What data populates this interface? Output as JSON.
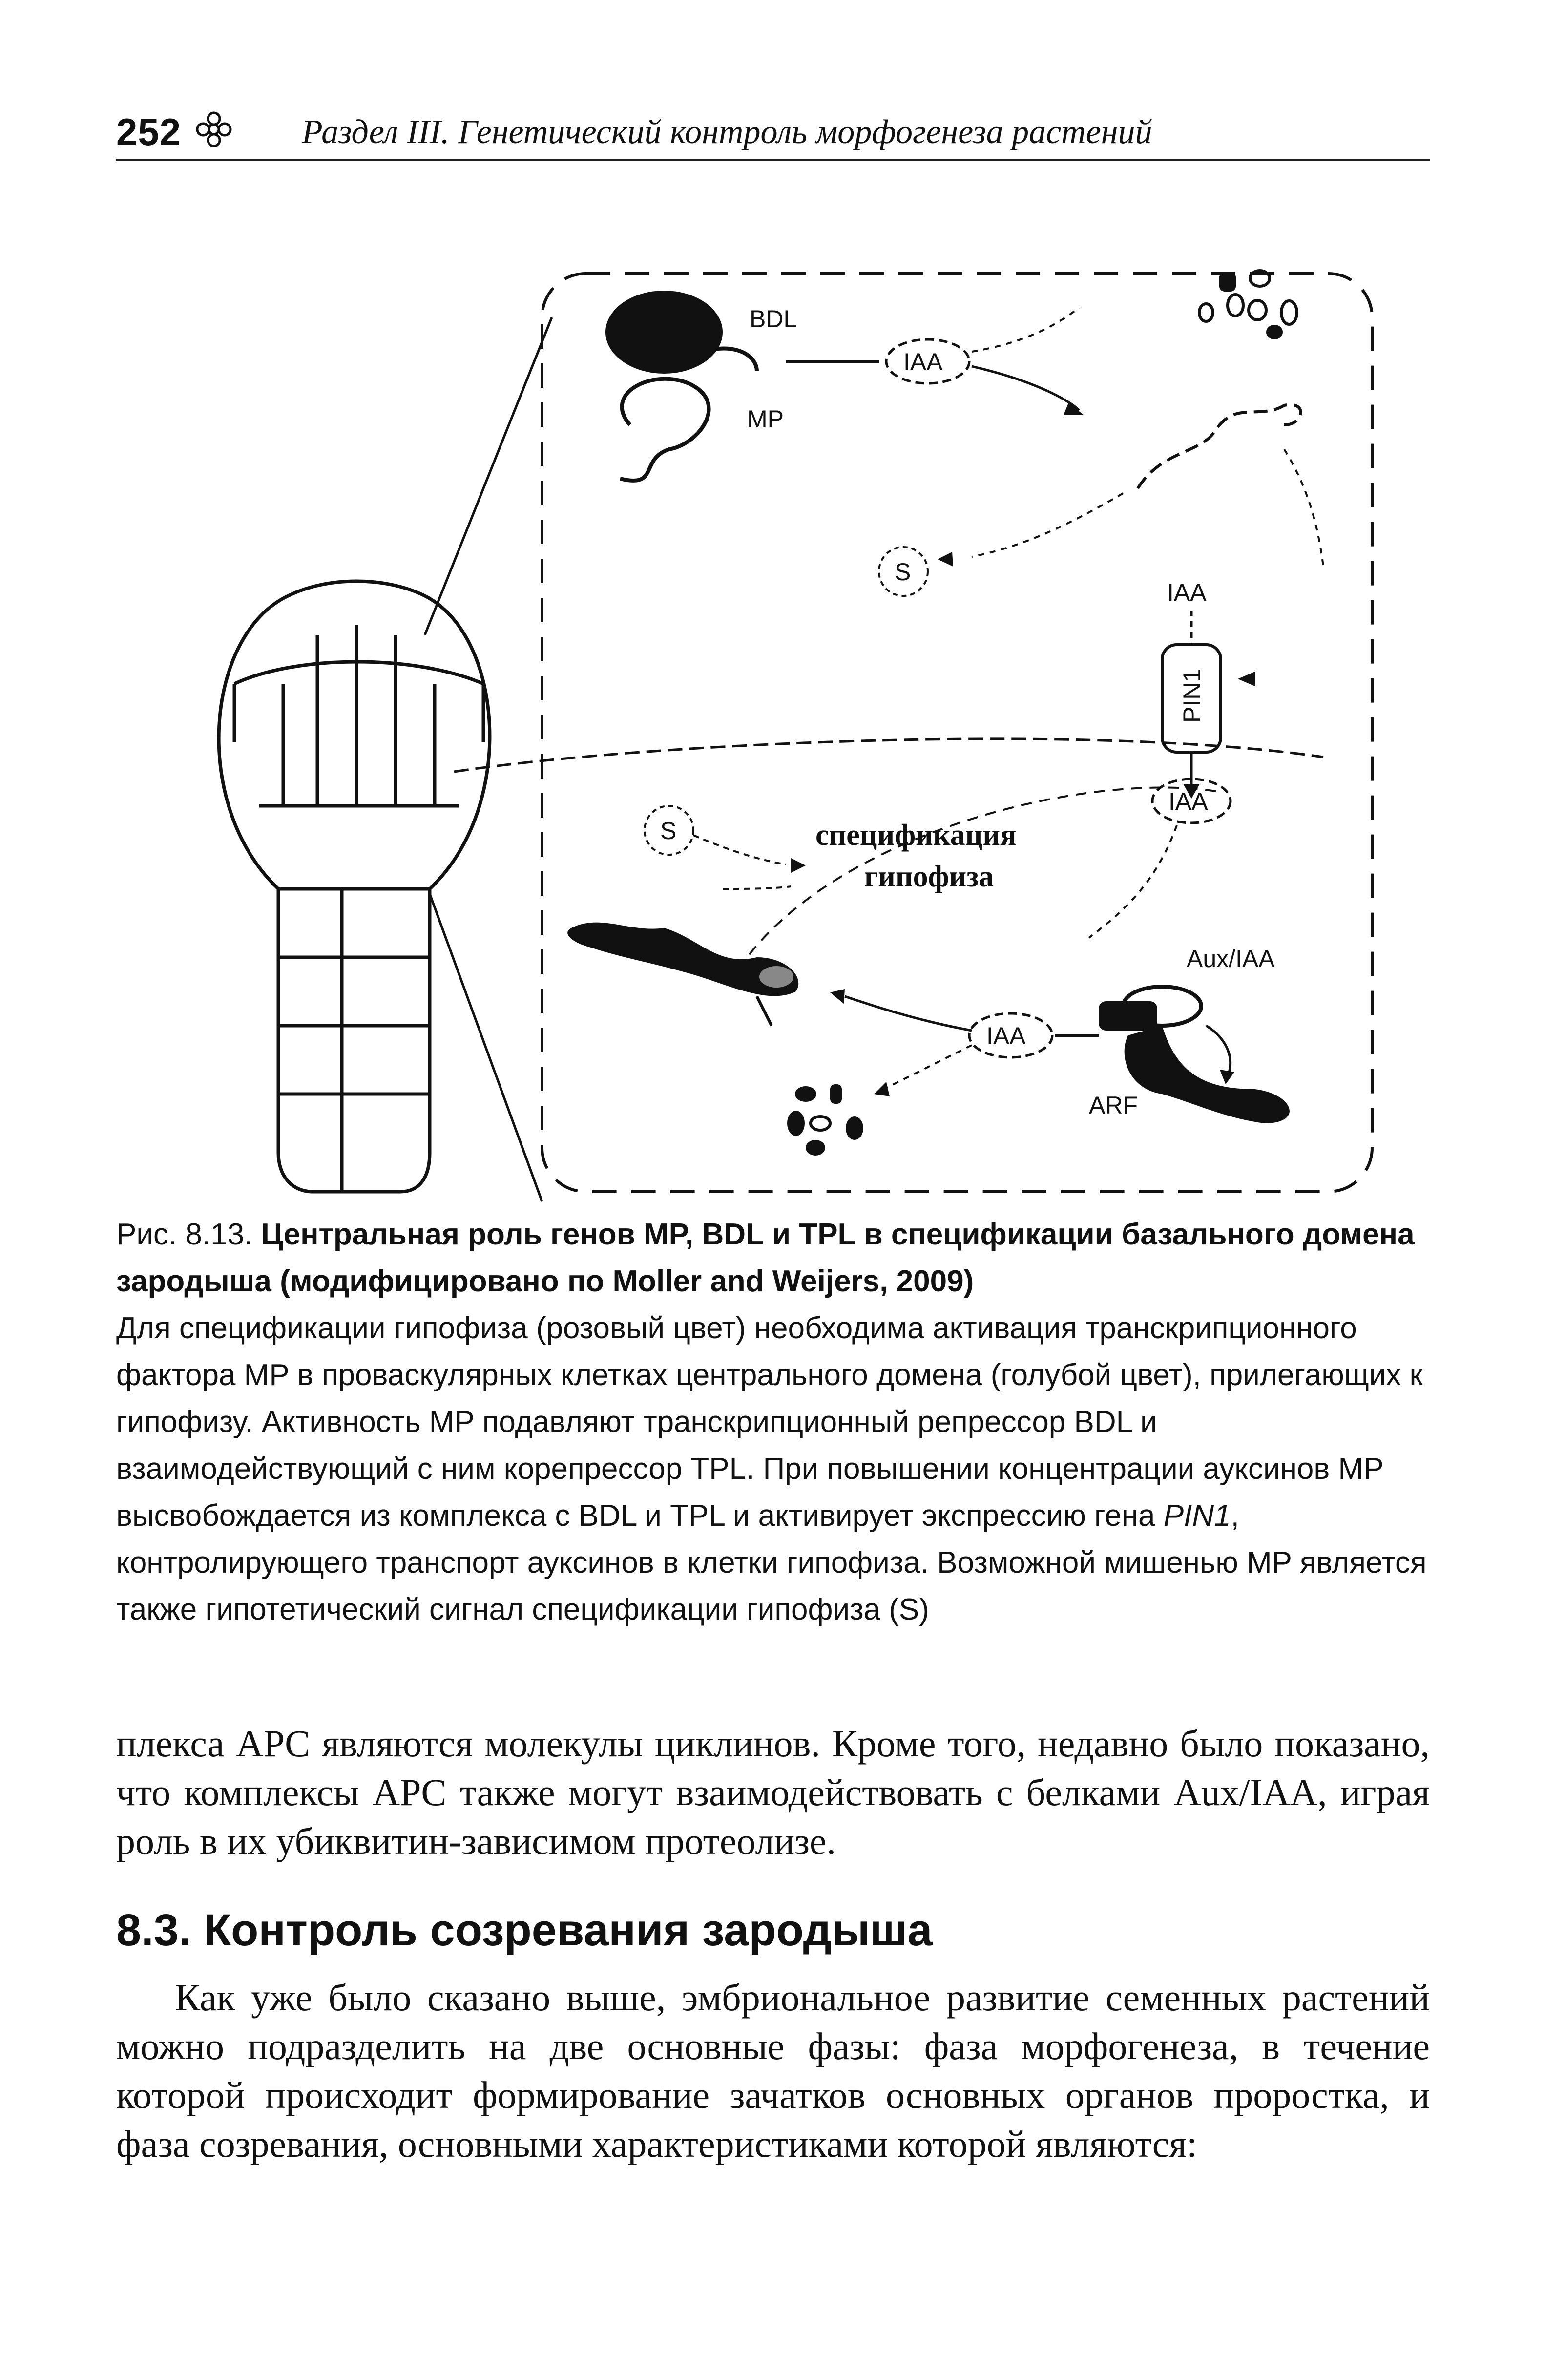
{
  "running_head": {
    "page_number": "252",
    "ornament_icon": "flower-ornament-icon",
    "section_title": "Раздел III. Генетический контроль морфогенеза растений"
  },
  "figure": {
    "labels": {
      "bdl": "BDL",
      "mp": "MP",
      "iaa": "IAA",
      "s": "S",
      "pin1": "PIN1",
      "spec_line1": "спецификация",
      "spec_line2": "гипофиза",
      "aux_iaa": "Aux/IAA",
      "arf": "ARF"
    }
  },
  "caption": {
    "fig_label": "Рис. 8.13.",
    "fig_title": "Центральная роль генов MP, BDL и TPL в спецификации базального домена зародыша (модифицировано по Moller and Weijers, 2009)",
    "text_1": "Для спецификации гипофиза (розовый цвет) необходима активация транскрипционного фактора MP в проваскулярных клетках центрального домена (голубой цвет), прилегающих к гипофизу. Активность MP подавляют транскрипционный репрессор BDL и взаимодействующий с ним корепрессор TPL. При повышении концентрации ауксинов MP высвобождается из комплекса с BDL и TPL и активирует экспрессию гена ",
    "gene_name": "PIN1",
    "text_2": ", контролирующего транспорт ауксинов в клетки гипофиза. Возможной мишенью MP является также гипотетический сигнал спецификации гипофиза (S)"
  },
  "body": {
    "paragraph_1": "плекса APC являются молекулы циклинов. Кроме того, недавно было показано, что комплексы APC также могут взаимодействовать с белками Aux/IAA, играя роль в их убиквитин-зависимом протеолизе.",
    "heading": "8.3. Контроль созревания зародыша",
    "paragraph_2": "Как уже было сказано выше, эмбриональное развитие семенных растений можно подразделить на две основные фазы: фаза морфогенеза, в течение которой происходит формирование зачатков основных органов проростка, и фаза созревания, основными характеристиками которой являются:"
  }
}
